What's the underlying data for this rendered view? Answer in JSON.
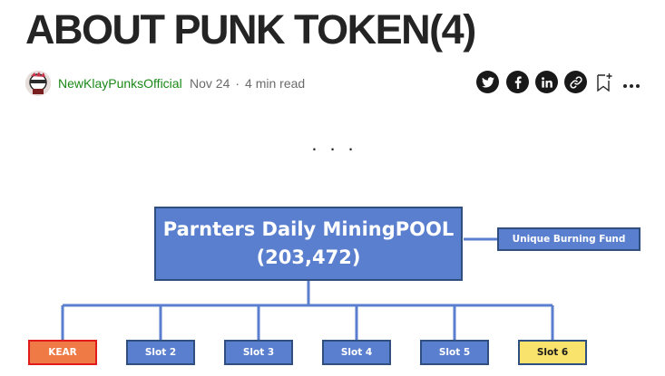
{
  "article": {
    "title": "ABOUT PUNK TOKEN(4)",
    "author": "NewKlayPunksOfficial",
    "date": "Nov 24",
    "read_time": "4 min read",
    "separator": "..."
  },
  "share": {
    "icons": [
      "twitter-icon",
      "facebook-icon",
      "linkedin-icon",
      "link-icon",
      "bookmark-icon",
      "more-icon"
    ]
  },
  "diagram": {
    "main_title": "Parnters Daily MiningPOOL",
    "main_value": "(203,472)",
    "side_box": "Unique Burning Fund",
    "slots": [
      "KEAR",
      "Slot 2",
      "Slot 3",
      "Slot 4",
      "Slot 5",
      "Slot 6"
    ],
    "colors": {
      "box_blue": "#5b7fcf",
      "line_blue": "#5b7fcf",
      "kear_fill": "#f07a45",
      "kear_border": "#e11b1b",
      "slot6_fill": "#fae36c"
    }
  }
}
